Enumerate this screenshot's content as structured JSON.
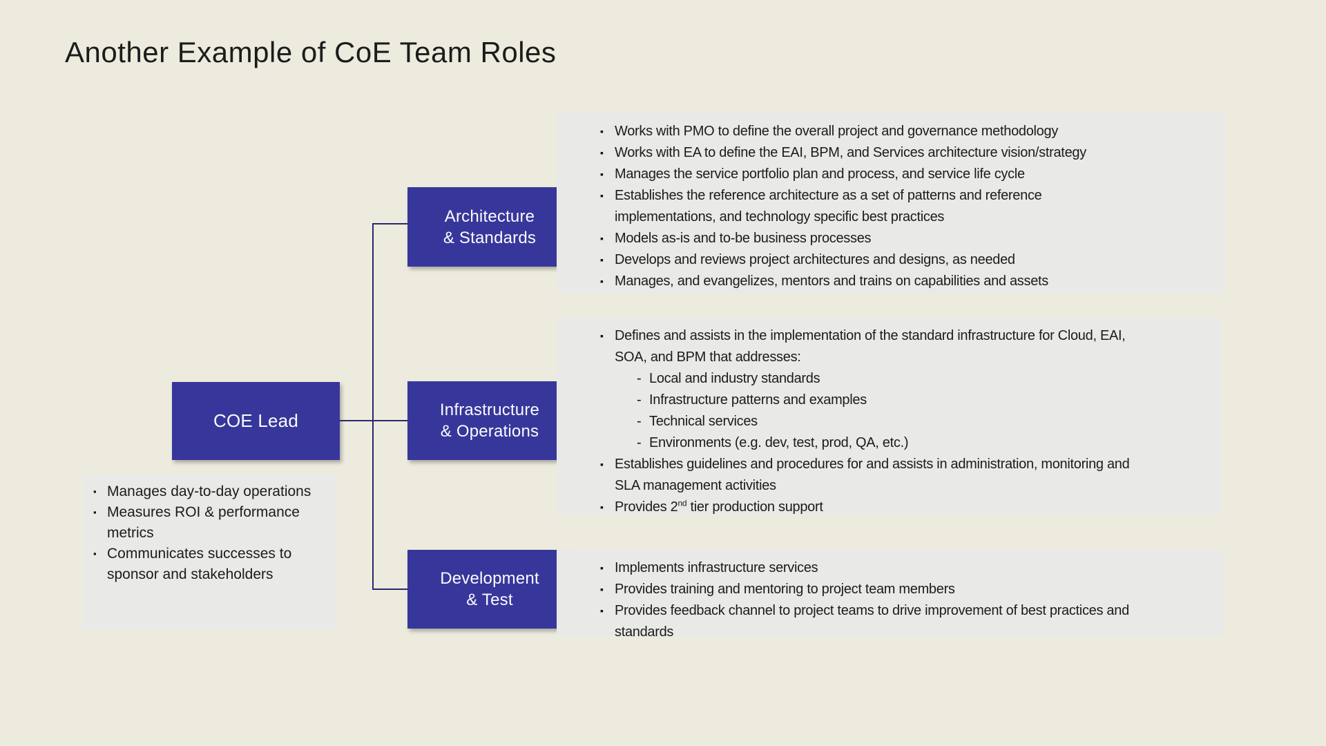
{
  "slide": {
    "title": "Another Example of CoE Team Roles",
    "colors": {
      "background": "#EDEBDE",
      "panel": "#E9E9E8",
      "box": "#37379B",
      "boxtext": "#FBFBFF",
      "connector": "#28286E",
      "text": "#1B1B1B"
    }
  },
  "org_chart": {
    "lead": {
      "label": "COE Lead"
    },
    "branches": [
      {
        "line1": "Architecture",
        "line2": "& Standards"
      },
      {
        "line1": "Infrastructure",
        "line2": "& Operations"
      },
      {
        "line1": "Development",
        "line2": "& Test"
      }
    ]
  },
  "panels": [
    {
      "id": "lead-notes",
      "items": [
        {
          "level": 1,
          "segments": [
            {
              "text": "Manages day-to-day operations"
            }
          ]
        },
        {
          "level": 1,
          "segments": [
            {
              "text": "Measures ROI & performance\nmetrics"
            }
          ]
        },
        {
          "level": 1,
          "segments": [
            {
              "text": "Communicates successes to\nsponsor and stakeholders"
            }
          ]
        }
      ]
    },
    {
      "id": "architecture-roles",
      "items": [
        {
          "level": 1,
          "segments": [
            {
              "text": "Works with PMO to define the overall project and governance methodology"
            }
          ]
        },
        {
          "level": 1,
          "segments": [
            {
              "text": "Works with EA to define the EAI, BPM, and Services architecture vision/strategy"
            }
          ]
        },
        {
          "level": 1,
          "segments": [
            {
              "text": "Manages the service portfolio plan and process, and service life cycle"
            }
          ]
        },
        {
          "level": 1,
          "segments": [
            {
              "text": "Establishes the reference architecture as a set of patterns and reference\nimplementations, and technology specific best practices"
            }
          ]
        },
        {
          "level": 1,
          "segments": [
            {
              "text": "Models as-is and to-be business processes"
            }
          ]
        },
        {
          "level": 1,
          "segments": [
            {
              "text": "Develops and reviews project architectures and designs, as needed"
            }
          ]
        },
        {
          "level": 1,
          "segments": [
            {
              "text": "Manages, and evangelizes, mentors and trains on capabilities and assets"
            }
          ]
        }
      ]
    },
    {
      "id": "infrastructure-roles",
      "items": [
        {
          "level": 1,
          "segments": [
            {
              "text": "Defines and assists in the implementation of the standard infrastructure for Cloud, EAI,\nSOA, and BPM that addresses:"
            }
          ]
        },
        {
          "level": 2,
          "segments": [
            {
              "text": "Local and industry standards"
            }
          ]
        },
        {
          "level": 2,
          "segments": [
            {
              "text": "Infrastructure patterns and examples"
            }
          ]
        },
        {
          "level": 2,
          "segments": [
            {
              "text": "Technical services"
            }
          ]
        },
        {
          "level": 2,
          "segments": [
            {
              "text": "Environments (e.g. dev, test, prod, QA, etc.)"
            }
          ]
        },
        {
          "level": 1,
          "segments": [
            {
              "text": "Establishes guidelines and procedures for and assists in administration, monitoring and\nSLA management activities"
            }
          ]
        },
        {
          "level": 1,
          "segments": [
            {
              "text": "Provides 2"
            },
            {
              "sup": "nd"
            },
            {
              "text": " tier production support"
            }
          ]
        }
      ]
    },
    {
      "id": "development-roles",
      "items": [
        {
          "level": 1,
          "segments": [
            {
              "text": "Implements infrastructure services"
            }
          ]
        },
        {
          "level": 1,
          "segments": [
            {
              "text": "Provides training and mentoring to project team members"
            }
          ]
        },
        {
          "level": 1,
          "segments": [
            {
              "text": "Provides feedback channel to project teams to drive improvement of best practices and\nstandards"
            }
          ]
        }
      ]
    }
  ]
}
